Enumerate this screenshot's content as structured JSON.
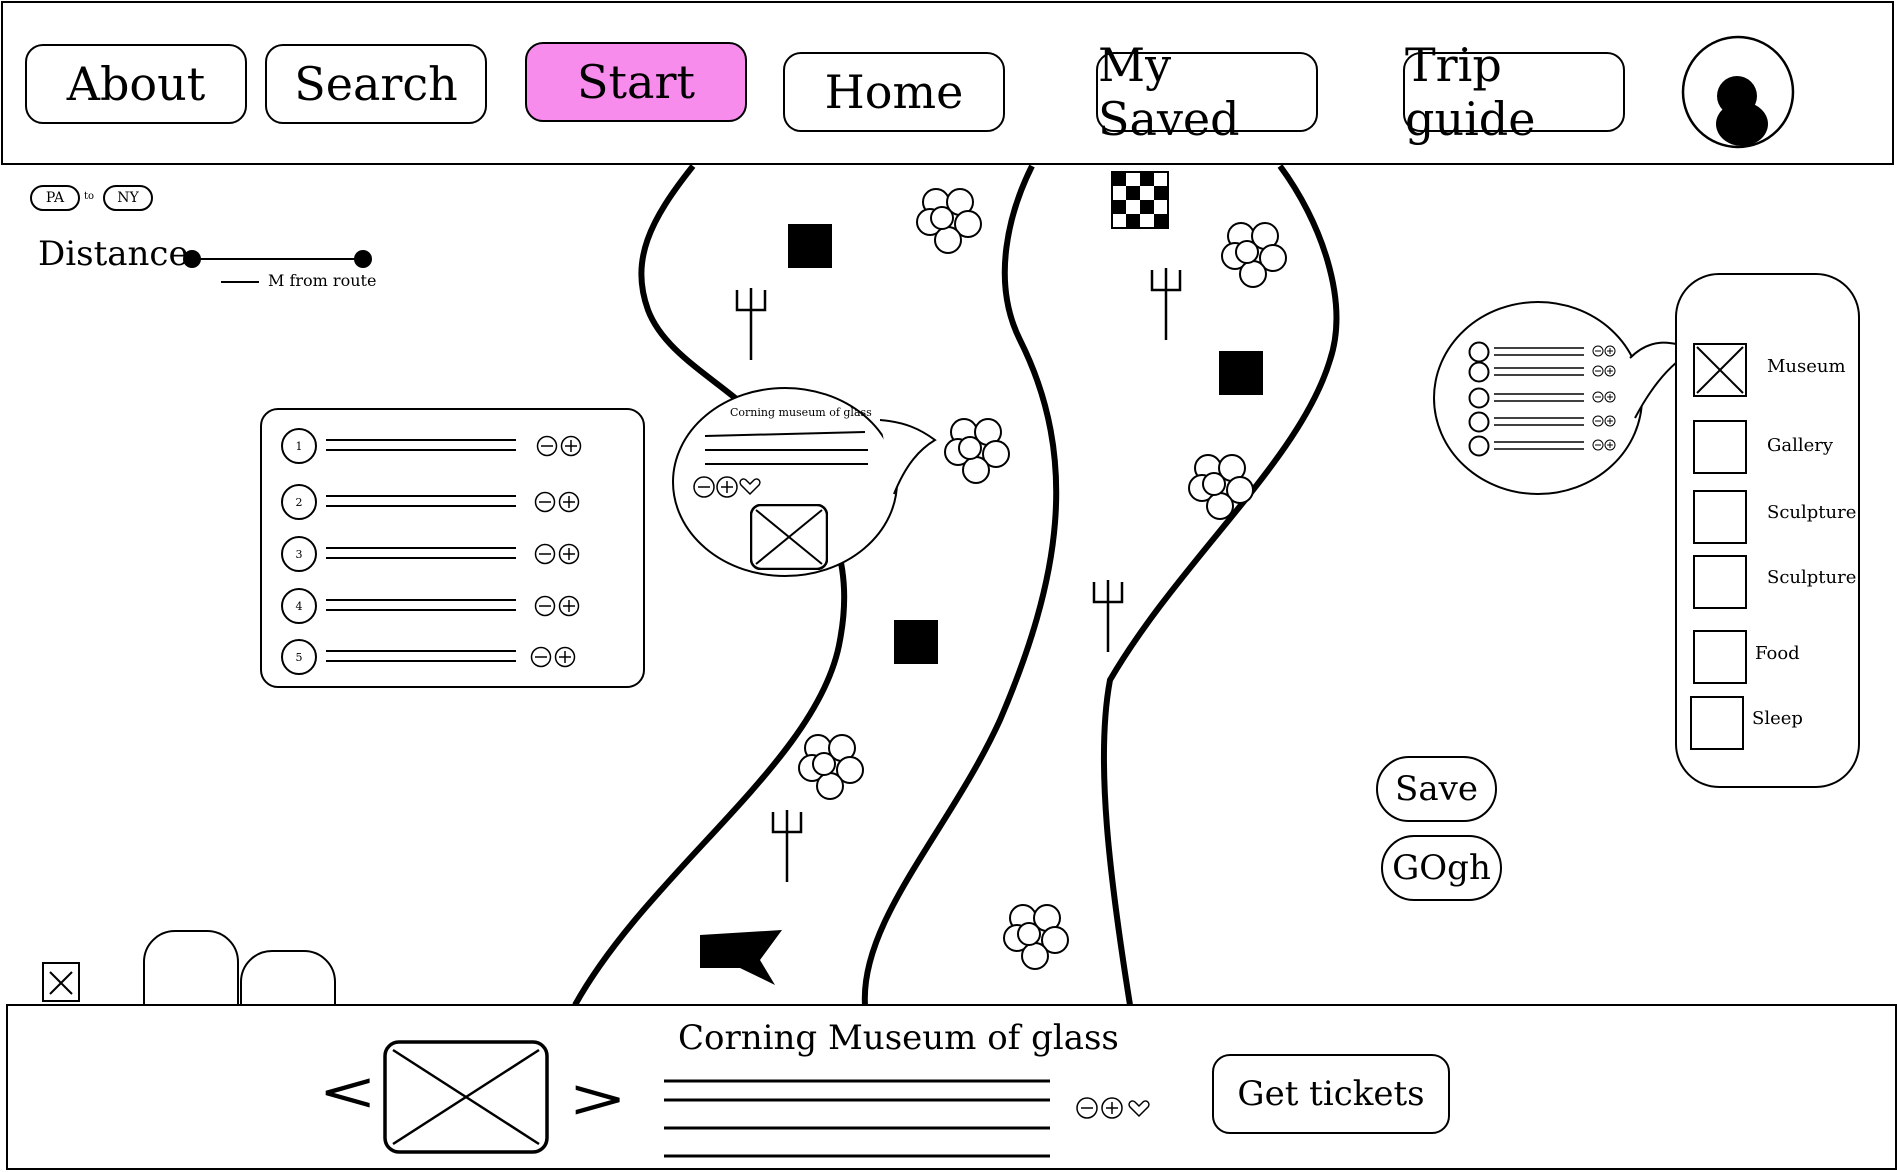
{
  "nav": {
    "about": "About",
    "search": "Search",
    "start": "Start",
    "home": "Home",
    "saved": "My Saved",
    "trip_guide": "Trip guide",
    "start_color": "#f78cec"
  },
  "route": {
    "from": "PA",
    "to_word": "to",
    "to": "NY"
  },
  "distance": {
    "label": "Distance",
    "unit_label": "M from route"
  },
  "stop_list": {
    "numbers": [
      "1",
      "2",
      "3",
      "4",
      "5"
    ]
  },
  "popup": {
    "title": "Corning museum of glass"
  },
  "categories": {
    "items": [
      "Museum",
      "Gallery",
      "Sculpture",
      "Sculpture",
      "Food",
      "Sleep"
    ]
  },
  "actions": {
    "save": "Save",
    "go": "GOgh"
  },
  "footer": {
    "prev": "<",
    "next": ">",
    "title": "Corning Museum of glass",
    "tickets": "Get tickets"
  }
}
